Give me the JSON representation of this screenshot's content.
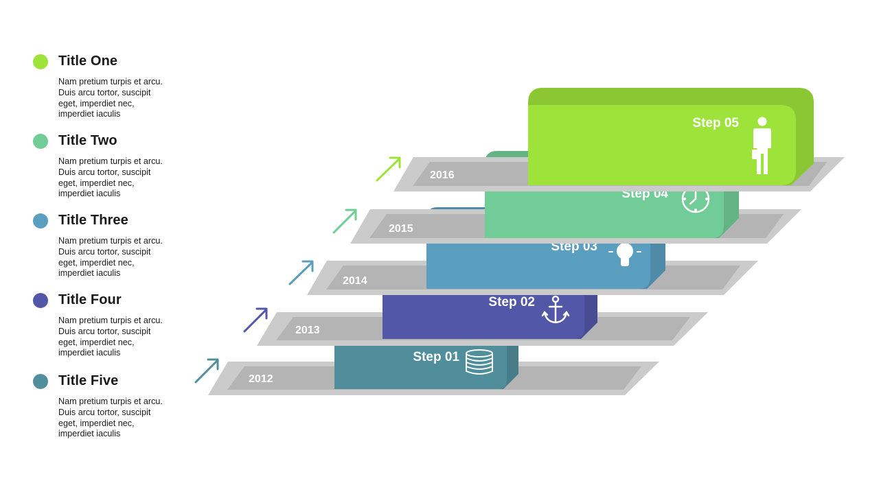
{
  "legend": [
    {
      "title": "Title One",
      "body": "Nam pretium turpis et arcu. Duis arcu tortor, suscipit eget, imperdiet nec, imperdiet iaculis",
      "color": "#9ee33a"
    },
    {
      "title": "Title Two",
      "body": "Nam pretium turpis et arcu. Duis arcu tortor, suscipit eget, imperdiet nec, imperdiet iaculis",
      "color": "#72cc98"
    },
    {
      "title": "Title Three",
      "body": "Nam pretium turpis et arcu. Duis arcu tortor, suscipit eget, imperdiet nec, imperdiet iaculis",
      "color": "#5a9ec0"
    },
    {
      "title": "Title Four",
      "body": "Nam pretium turpis et arcu. Duis arcu tortor, suscipit eget, imperdiet nec, imperdiet iaculis",
      "color": "#5357a8"
    },
    {
      "title": "Title Five",
      "body": "Nam pretium turpis et arcu. Duis arcu tortor, suscipit eget, imperdiet nec, imperdiet iaculis",
      "color": "#518e9c"
    }
  ],
  "steps": [
    {
      "label": "Step 01",
      "year": "2012",
      "icon": "coin-stack-icon",
      "color": "#518e9c"
    },
    {
      "label": "Step 02",
      "year": "2013",
      "icon": "anchor-icon",
      "color": "#5357a8"
    },
    {
      "label": "Step 03",
      "year": "2014",
      "icon": "lightbulb-icon",
      "color": "#5a9ec0"
    },
    {
      "label": "Step 04",
      "year": "2015",
      "icon": "clock-icon",
      "color": "#72cc98"
    },
    {
      "label": "Step 05",
      "year": "2016",
      "icon": "businessman-icon",
      "color": "#9ee33a"
    }
  ]
}
